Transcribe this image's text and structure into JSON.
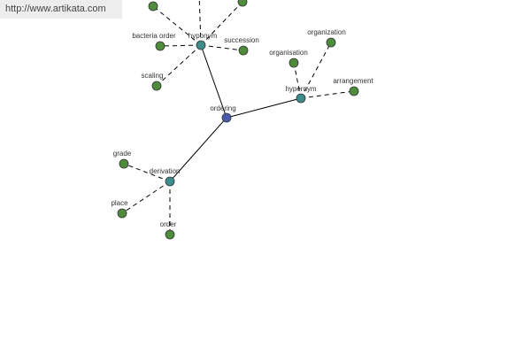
{
  "banner": {
    "url": "http://www.artikata.com"
  },
  "graph": {
    "colors": {
      "root": "#4b5aa8",
      "hub": "#3f8c8c",
      "leaf": "#4e8c3c",
      "stroke": "#333333"
    },
    "nodes": [
      {
        "id": "ordering",
        "label": "ordering",
        "kind": "root"
      },
      {
        "id": "hyp1",
        "label": "hyponym",
        "kind": "hub"
      },
      {
        "id": "hyp2",
        "label": "hypernym",
        "kind": "hub"
      },
      {
        "id": "deriv",
        "label": "derivation",
        "kind": "hub"
      },
      {
        "id": "bacteria",
        "label": "bacteria order",
        "kind": "leaf"
      },
      {
        "id": "succession",
        "label": "succession",
        "kind": "leaf"
      },
      {
        "id": "scaling",
        "label": "scaling",
        "kind": "leaf"
      },
      {
        "id": "top1",
        "label": "",
        "kind": "leaf"
      },
      {
        "id": "top2",
        "label": "",
        "kind": "leaf"
      },
      {
        "id": "organisation",
        "label": "organisation",
        "kind": "leaf"
      },
      {
        "id": "organization",
        "label": "organization",
        "kind": "leaf"
      },
      {
        "id": "arrangement",
        "label": "arrangement",
        "kind": "leaf"
      },
      {
        "id": "grade",
        "label": "grade",
        "kind": "leaf"
      },
      {
        "id": "place",
        "label": "place",
        "kind": "leaf"
      },
      {
        "id": "order",
        "label": "order",
        "kind": "leaf"
      }
    ],
    "edges": [
      {
        "from": "ordering",
        "to": "hyp1",
        "style": "solid"
      },
      {
        "from": "ordering",
        "to": "hyp2",
        "style": "solid"
      },
      {
        "from": "ordering",
        "to": "deriv",
        "style": "solid"
      },
      {
        "from": "hyp1",
        "to": "bacteria",
        "style": "dashed"
      },
      {
        "from": "hyp1",
        "to": "succession",
        "style": "dashed"
      },
      {
        "from": "hyp1",
        "to": "scaling",
        "style": "dashed"
      },
      {
        "from": "hyp1",
        "to": "top1",
        "style": "dashed"
      },
      {
        "from": "hyp1",
        "to": "top2",
        "style": "dashed"
      },
      {
        "from": "hyp1",
        "to": "offscreen",
        "style": "dashed"
      },
      {
        "from": "hyp2",
        "to": "organisation",
        "style": "dashed"
      },
      {
        "from": "hyp2",
        "to": "organization",
        "style": "dashed"
      },
      {
        "from": "hyp2",
        "to": "arrangement",
        "style": "dashed"
      },
      {
        "from": "deriv",
        "to": "grade",
        "style": "dashed"
      },
      {
        "from": "deriv",
        "to": "place",
        "style": "dashed"
      },
      {
        "from": "deriv",
        "to": "order",
        "style": "dashed"
      }
    ]
  }
}
